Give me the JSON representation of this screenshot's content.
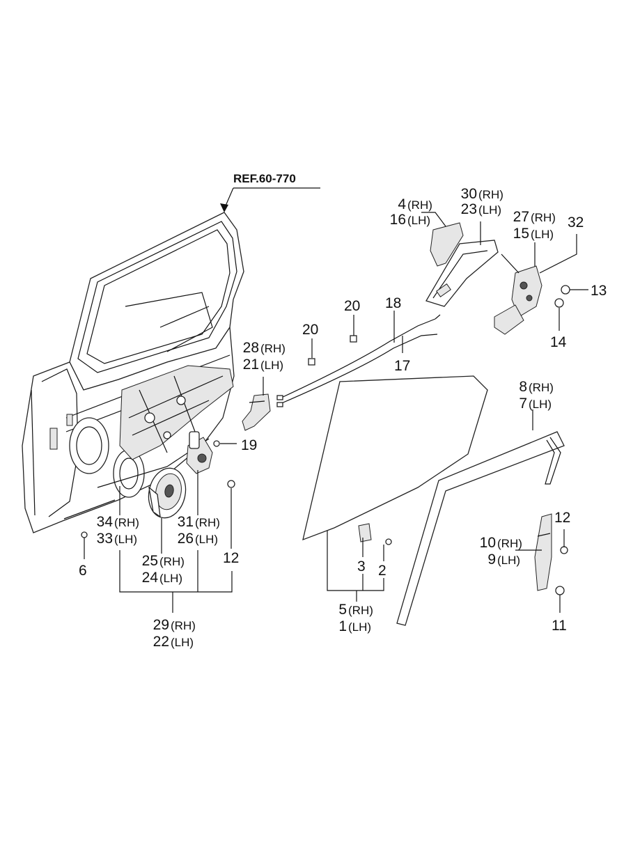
{
  "reference": "REF.60-770",
  "callouts": [
    {
      "id": "c4",
      "num": "4",
      "suffix": "(RH)"
    },
    {
      "id": "c16",
      "num": "16",
      "suffix": "(LH)"
    },
    {
      "id": "c30",
      "num": "30",
      "suffix": "(RH)"
    },
    {
      "id": "c23",
      "num": "23",
      "suffix": "(LH)"
    },
    {
      "id": "c27",
      "num": "27",
      "suffix": "(RH)"
    },
    {
      "id": "c15",
      "num": "15",
      "suffix": "(LH)"
    },
    {
      "id": "c32",
      "num": "32",
      "suffix": ""
    },
    {
      "id": "c13",
      "num": "13",
      "suffix": ""
    },
    {
      "id": "c14",
      "num": "14",
      "suffix": ""
    },
    {
      "id": "c20a",
      "num": "20",
      "suffix": ""
    },
    {
      "id": "c20b",
      "num": "20",
      "suffix": ""
    },
    {
      "id": "c18",
      "num": "18",
      "suffix": ""
    },
    {
      "id": "c17",
      "num": "17",
      "suffix": ""
    },
    {
      "id": "c28",
      "num": "28",
      "suffix": "(RH)"
    },
    {
      "id": "c21",
      "num": "21",
      "suffix": "(LH)"
    },
    {
      "id": "c19",
      "num": "19",
      "suffix": ""
    },
    {
      "id": "c8",
      "num": "8",
      "suffix": "(RH)"
    },
    {
      "id": "c7",
      "num": "7",
      "suffix": "(LH)"
    },
    {
      "id": "c34",
      "num": "34",
      "suffix": "(RH)"
    },
    {
      "id": "c33",
      "num": "33",
      "suffix": "(LH)"
    },
    {
      "id": "c31",
      "num": "31",
      "suffix": "(RH)"
    },
    {
      "id": "c26",
      "num": "26",
      "suffix": "(LH)"
    },
    {
      "id": "c25",
      "num": "25",
      "suffix": "(RH)"
    },
    {
      "id": "c24",
      "num": "24",
      "suffix": "(LH)"
    },
    {
      "id": "c12a",
      "num": "12",
      "suffix": ""
    },
    {
      "id": "c6",
      "num": "6",
      "suffix": ""
    },
    {
      "id": "c29",
      "num": "29",
      "suffix": "(RH)"
    },
    {
      "id": "c22",
      "num": "22",
      "suffix": "(LH)"
    },
    {
      "id": "c3",
      "num": "3",
      "suffix": ""
    },
    {
      "id": "c2",
      "num": "2",
      "suffix": ""
    },
    {
      "id": "c5",
      "num": "5",
      "suffix": "(RH)"
    },
    {
      "id": "c1",
      "num": "1",
      "suffix": "(LH)"
    },
    {
      "id": "c12b",
      "num": "12",
      "suffix": ""
    },
    {
      "id": "c10",
      "num": "10",
      "suffix": "(RH)"
    },
    {
      "id": "c9",
      "num": "9",
      "suffix": "(LH)"
    },
    {
      "id": "c11",
      "num": "11",
      "suffix": ""
    }
  ]
}
